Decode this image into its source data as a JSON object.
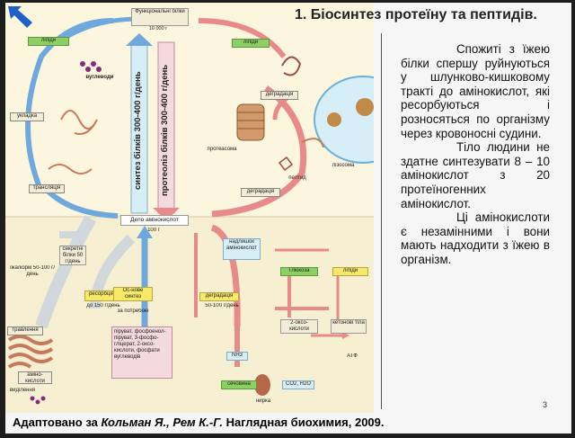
{
  "title": "1. Біосинтез протеїну та пептидів.",
  "paragraph1": "Спожиті з їжею білки спершу руйнуються у шлунково-кишковому тракті до амінокислот, які ресорбуються і розносяться по організму через кровоносні судини.",
  "paragraph2": "Тіло людини не здатне синтезувати 8 – 10 амінокислот з 20 протеїногенних амінокислот.",
  "paragraph3": "Ці амінокислоти є незамінними і вони мають надходити з їжею в організм.",
  "page_number": "3",
  "credit_prefix": "Адаптовано за ",
  "credit_authors": "Кольман Я., Рем К.-Г.",
  "credit_rest": " Наглядная биохимия, 2009.",
  "diagram": {
    "functional_proteins": "Функціональні білки",
    "functional_amount": "10 000 г",
    "vuglevody": "вуглеводи",
    "ukladka": "укладка",
    "translyatsiya": "трансляція",
    "amino_pool": "Депо амінокислот",
    "pool_amount": "100 г",
    "synthesis_vertical": "синтез білків 300-400 г/день",
    "proteoliz_vertical": "протеоліз білків 300-400 г/день",
    "degradatsiya_top": "деградація",
    "degradatsiya_mid": "деградація",
    "proteasoma": "протеасома",
    "lizosoma": "лізосома",
    "peptyd": "пептид",
    "lipidy": "ліпіди",
    "hlyukoza": "Глюкоза",
    "nadlyshok": "надлишок амінокислот",
    "food_intake": "їжа/корм 50-100 г/день",
    "secreted_proteins": "секретні білки 50 г/день",
    "resorbtsiya": "ресорбція",
    "per_day": "до 150 г/день",
    "essential": "Ос-нове синтез",
    "from_need": "за потребою",
    "degradatsiya_low": "деградація",
    "degr_amount": "50-100 г/день",
    "oxo_acids": "2-оксо-кислоти",
    "ketone_bodies": "кетонові тіла",
    "atf": "АТФ",
    "nh3": "NH3",
    "co2": "CO2, H2O",
    "sechovyna": "сечовина",
    "nyrka": "нирка",
    "travlennya": "травлення",
    "aminokysloty": "аміно-кислоти",
    "vydilennya": "виділення",
    "precursors": "піруват, фосфоенол-піруват, 3-фосфо-гліцерат, 2-оксо-кислоти, фосфати вуглеводів"
  }
}
